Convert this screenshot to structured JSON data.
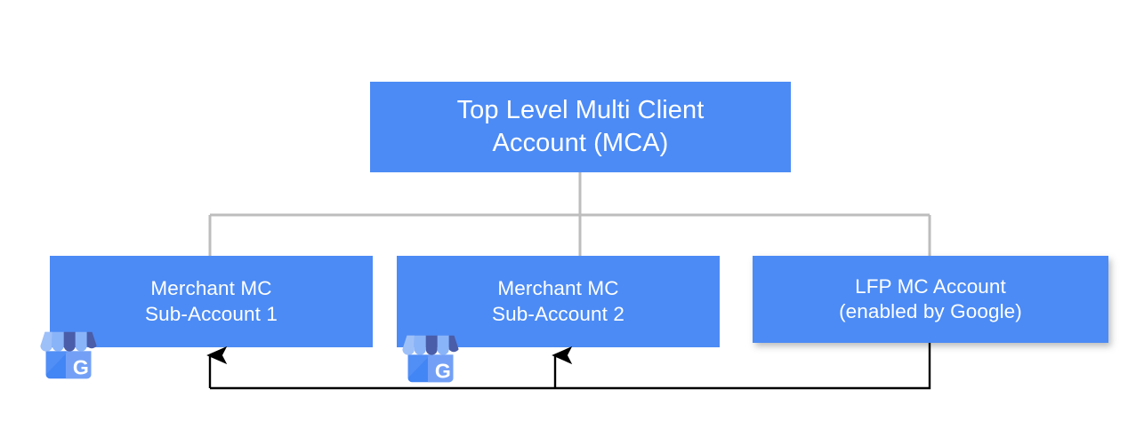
{
  "diagram": {
    "title_text": "Top Level Multi Client Account (MCA) hierarchy",
    "colors": {
      "node_fill": "#4C8BF5",
      "node_text": "#FFFFFF",
      "tree_connector": "#BDBDBD",
      "flow_arrow": "#000000",
      "background": "#FFFFFF",
      "gbp_awning_light": "#8AB4F8",
      "gbp_awning_dark": "#4A5DA8",
      "gbp_body": "#4285F4",
      "gbp_body_shade": "#7BA4F6",
      "gbp_letter": "#FFFFFF"
    },
    "nodes": {
      "top": {
        "label": "Top Level Multi Client\nAccount (MCA)",
        "line1": "Top Level Multi Client",
        "line2": "Account (MCA)"
      },
      "sub1": {
        "label": "Merchant MC\nSub-Account 1",
        "line1": "Merchant MC",
        "line2": "Sub-Account 1"
      },
      "sub2": {
        "label": "Merchant MC\nSub-Account 2",
        "line1": "Merchant MC",
        "line2": "Sub-Account 2"
      },
      "lfp": {
        "label": "LFP MC Account\n(enabled by Google)",
        "line1": "LFP MC Account",
        "line2": "(enabled by Google)"
      }
    },
    "icons": {
      "gbp_1_name": "google-business-profile-icon",
      "gbp_2_name": "google-business-profile-icon",
      "gbp_letter": "G"
    },
    "connectors": {
      "tree_label": "MCA parent to sub-accounts hierarchy",
      "flow_label": "LFP MC Account feeds Merchant MC Sub-Account 1 and Sub-Account 2"
    }
  }
}
